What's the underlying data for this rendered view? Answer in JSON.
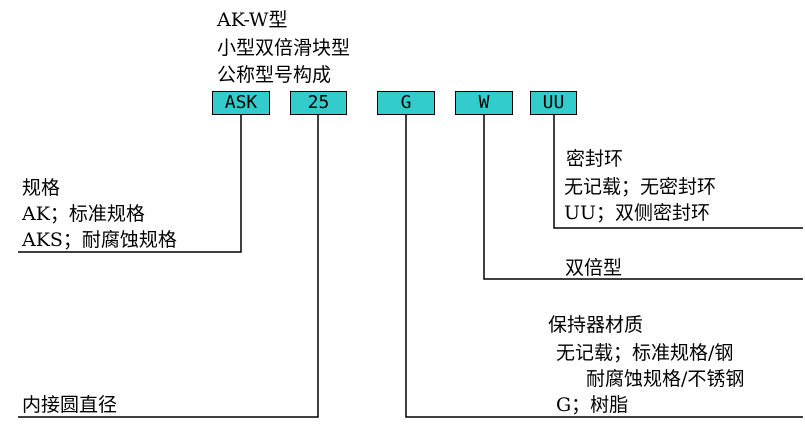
{
  "header": {
    "line1": "AK-W型",
    "line2": "小型双倍滑块型",
    "line3": "公称型号构成"
  },
  "code_boxes": {
    "specification": "ASK",
    "inscribed_circle": "25",
    "retainer": "G",
    "double": "W",
    "seal": "UU"
  },
  "seal": {
    "title": "密封环",
    "option1": "无记载；无密封环",
    "option2": "UU；双侧密封环"
  },
  "double": {
    "title": "双倍型"
  },
  "specification": {
    "title": "规格",
    "option1": "AK；标准规格",
    "option2": "AKS；耐腐蚀规格"
  },
  "retainer": {
    "title": "保持器材质",
    "option1": "无记载；标准规格/钢",
    "option2": "耐腐蚀规格/不锈钢",
    "option3": "G；树脂"
  },
  "inscribed_circle": {
    "title": "内接圆直径"
  },
  "colors": {
    "box_fill": "#33cccc",
    "line": "#000000"
  }
}
